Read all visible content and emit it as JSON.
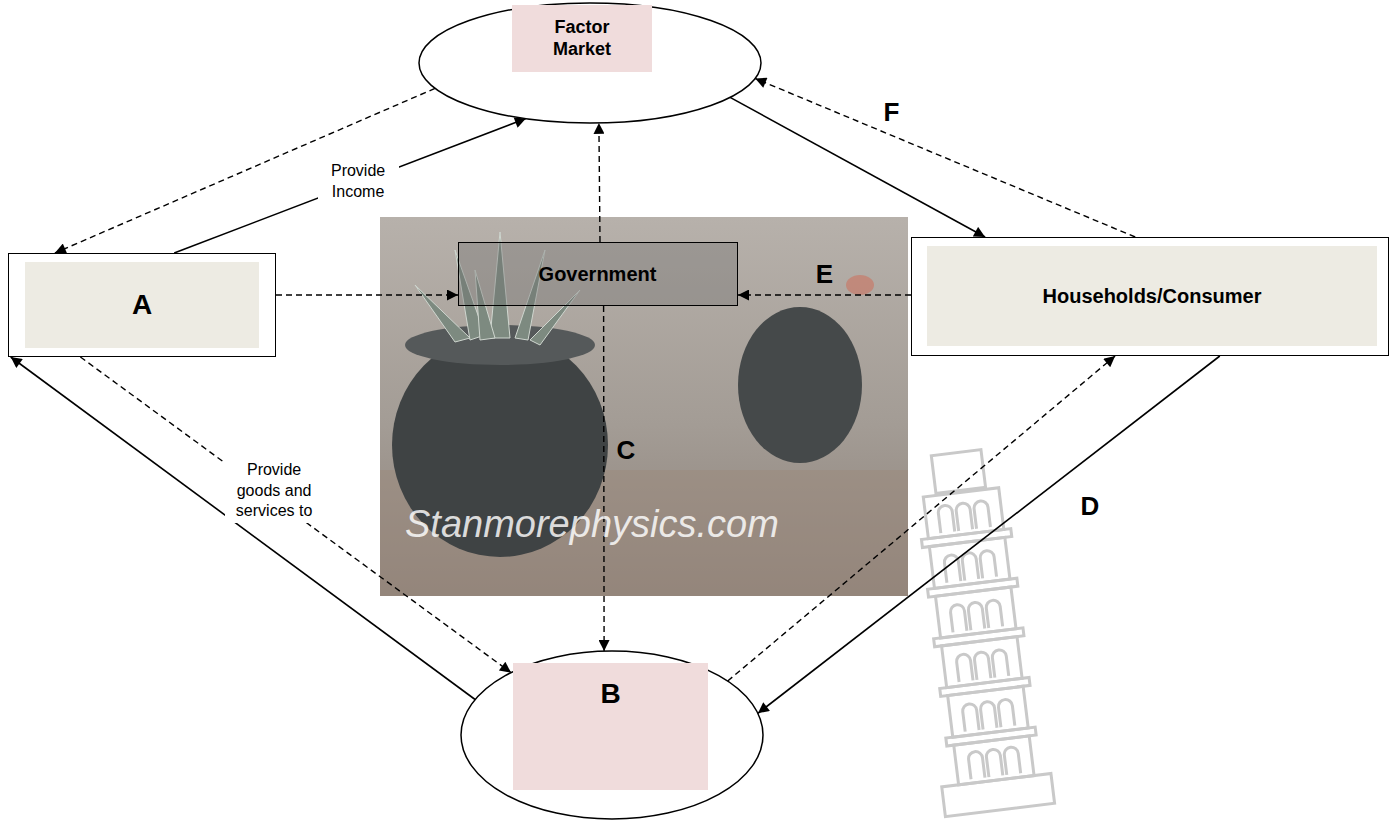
{
  "diagram": {
    "nodes": [
      {
        "text": [
          "Factor Market"
        ]
      },
      {
        "text": [
          "A"
        ]
      },
      {
        "text": [
          "Government"
        ]
      },
      {
        "text": [
          "Households/Consumer"
        ]
      },
      {
        "text": [
          "B"
        ]
      }
    ],
    "edges": [
      {
        "from": 0,
        "to": 1,
        "arrow": "to"
      },
      {
        "from": 1,
        "to": 0,
        "arrow": "to",
        "label": "Provide Income"
      },
      {
        "from": 2,
        "to": 0,
        "arrow": "to"
      },
      {
        "from": 0,
        "to": 3,
        "arrow": "to"
      },
      {
        "from": 3,
        "to": 0,
        "arrow": "to",
        "label": "F"
      },
      {
        "from": 1,
        "to": 2,
        "arrow": "to"
      },
      {
        "from": 3,
        "to": 2,
        "arrow": "to",
        "label": "E"
      },
      {
        "from": 1,
        "to": 4,
        "arrow": "to",
        "label": "Provide goods and services to"
      },
      {
        "from": 2,
        "to": 4,
        "arrow": "to",
        "label": "C"
      },
      {
        "from": 4,
        "to": 3,
        "arrow": "to"
      },
      {
        "from": 3,
        "to": 4,
        "arrow": "to",
        "label": "D"
      },
      {
        "from": 4,
        "to": 1,
        "arrow": "to"
      }
    ],
    "labels": [
      "Stanmorephysics.com"
    ]
  }
}
